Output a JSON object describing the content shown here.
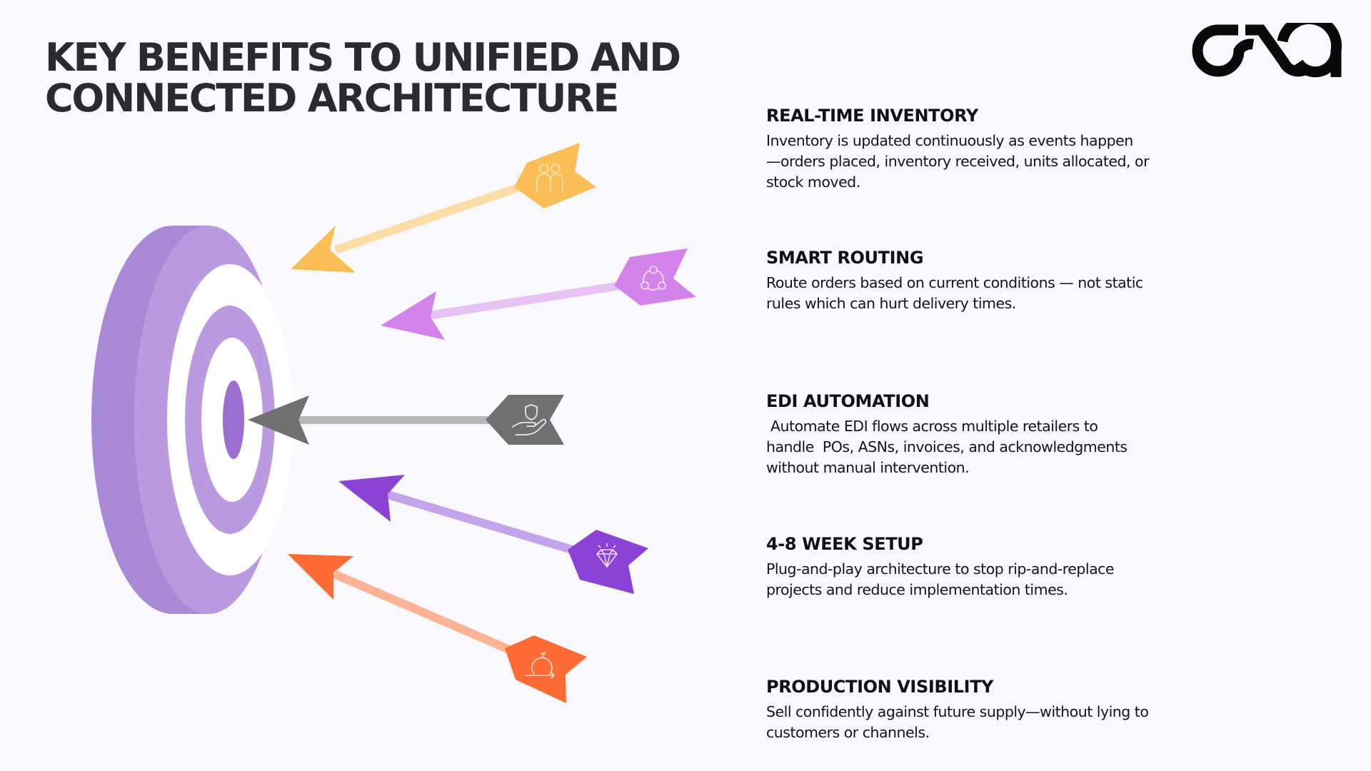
{
  "title": {
    "line1": "KEY BENEFITS TO UNIFIED AND",
    "line2": "CONNECTED ARCHITECTURE"
  },
  "logo": {
    "text": "osa",
    "icon": "osa-logo-icon",
    "color": "#0a0a0a"
  },
  "colors": {
    "background": "#f9f9fd",
    "target_side": "#a98ad7",
    "target_face": "#bb9be0",
    "target_ring_white": "#ffffff",
    "target_bullseye": "#9b6fd0"
  },
  "arrows": [
    {
      "name": "real-time-inventory",
      "icon": "people-icon",
      "head_color": "#fbbd55",
      "shaft_color": "#fddca6"
    },
    {
      "name": "smart-routing",
      "icon": "network-nodes-icon",
      "head_color": "#d384ea",
      "shaft_color": "#e6c3f3"
    },
    {
      "name": "edi-automation",
      "icon": "hand-shield-icon",
      "head_color": "#707070",
      "shaft_color": "#b8b8b8"
    },
    {
      "name": "4-8-week-setup",
      "icon": "diamond-icon",
      "head_color": "#8b43d6",
      "shaft_color": "#c3a4ea"
    },
    {
      "name": "production-visibility",
      "icon": "cycle-arrow-icon",
      "head_color": "#fd6c35",
      "shaft_color": "#fdb496"
    }
  ],
  "benefits": [
    {
      "heading": "REAL-TIME INVENTORY",
      "body": "Inventory is updated continuously as events happen\n—orders placed, inventory received, units allocated, or\nstock moved."
    },
    {
      "heading": "SMART ROUTING",
      "body": "Route orders based on current conditions — not static\nrules which can hurt delivery times."
    },
    {
      "heading": "EDI AUTOMATION",
      "body": " Automate EDI flows across multiple retailers to\nhandle  POs, ASNs, invoices, and acknowledgments\nwithout manual intervention."
    },
    {
      "heading": "4-8 WEEK SETUP",
      "body": "Plug-and-play architecture to stop rip-and-replace\nprojects and reduce implementation times."
    },
    {
      "heading": "PRODUCTION VISIBILITY",
      "body": "Sell confidently against future supply—without lying to\ncustomers or channels."
    }
  ]
}
